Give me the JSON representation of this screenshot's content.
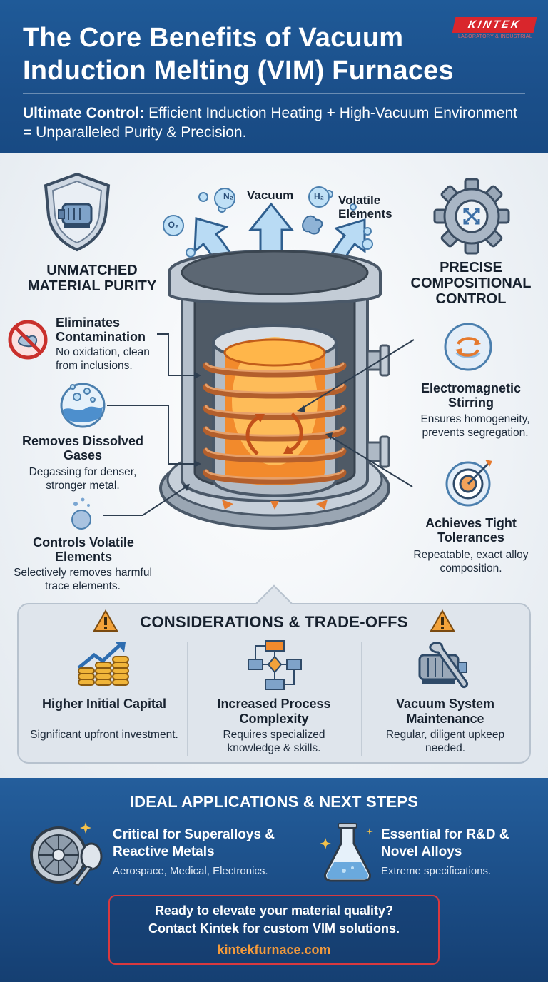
{
  "header": {
    "title": "The Core Benefits of Vacuum Induction Melting (VIM) Furnaces",
    "subtitle_bold": "Ultimate Control:",
    "subtitle_rest": " Efficient Induction Heating + High-Vacuum Environment = Unparalleled Purity & Precision.",
    "logo": "KINTEK",
    "logo_tagline": "LABORATORY & INDUSTRIAL"
  },
  "diagram": {
    "labels": {
      "vacuum": "Vacuum",
      "volatile": "Volatile Elements",
      "n2": "N₂",
      "h2": "H₂",
      "o2": "O₂"
    }
  },
  "purity": {
    "heading": "UNMATCHED MATERIAL PURITY",
    "items": [
      {
        "title": "Eliminates Contamination",
        "desc": "No oxidation, clean from inclusions."
      },
      {
        "title": "Removes Dissolved Gases",
        "desc": "Degassing for denser, stronger metal."
      },
      {
        "title": "Controls Volatile Elements",
        "desc": "Selectively removes harmful trace elements."
      }
    ]
  },
  "control": {
    "heading": "PRECISE COMPOSITIONAL CONTROL",
    "items": [
      {
        "title": "Electromagnetic Stirring",
        "desc": "Ensures homogeneity, prevents segregation."
      },
      {
        "title": "Achieves Tight Tolerances",
        "desc": "Repeatable, exact alloy composition."
      }
    ]
  },
  "considerations": {
    "heading": "CONSIDERATIONS & TRADE-OFFS",
    "items": [
      {
        "title": "Higher Initial Capital",
        "desc": "Significant upfront investment."
      },
      {
        "title": "Increased Process Complexity",
        "desc": "Requires specialized knowledge & skills."
      },
      {
        "title": "Vacuum System Maintenance",
        "desc": "Regular, diligent upkeep needed."
      }
    ]
  },
  "applications": {
    "heading": "IDEAL APPLICATIONS & NEXT STEPS",
    "items": [
      {
        "title": "Critical for Superalloys & Reactive Metals",
        "desc": "Aerospace, Medical, Electronics."
      },
      {
        "title": "Essential for R&D & Novel Alloys",
        "desc": "Extreme specifications."
      }
    ]
  },
  "cta": {
    "line1": "Ready to elevate your material quality?",
    "line2": "Contact Kintek for custom VIM solutions.",
    "url": "kintekfurnace.com"
  },
  "colors": {
    "header_blue": "#1b4f8a",
    "brand_red": "#d9262c",
    "accent_orange": "#f29a3c",
    "copper": "#c8743a"
  }
}
